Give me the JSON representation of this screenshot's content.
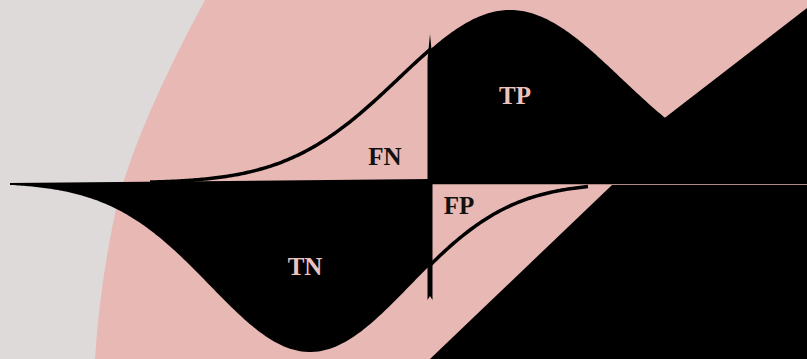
{
  "diagram": {
    "labels": [
      "TP",
      "FN",
      "FP",
      "TN"
    ]
  }
}
